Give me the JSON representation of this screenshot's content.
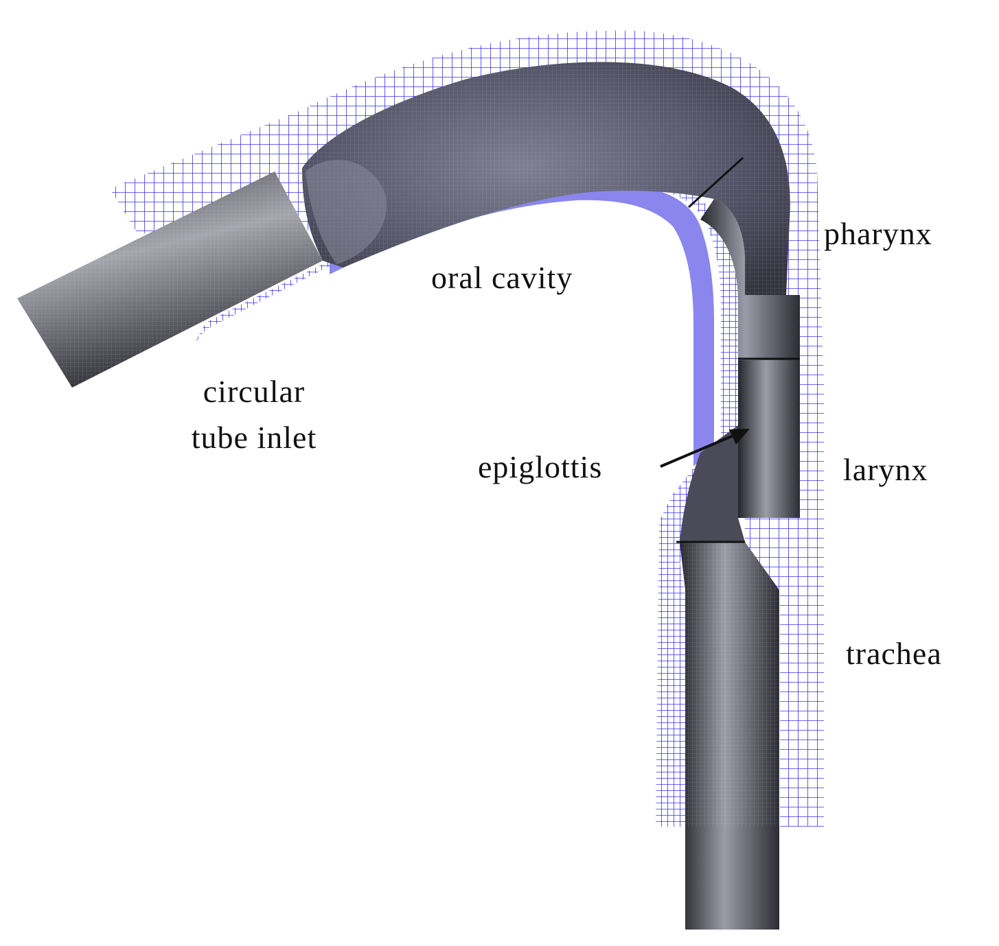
{
  "labels": {
    "pharynx": "pharynx",
    "oral_cavity": "oral cavity",
    "circular_tube_inlet_line1": "circular",
    "circular_tube_inlet_line2": "tube inlet",
    "epiglottis": "epiglottis",
    "larynx": "larynx",
    "trachea": "trachea"
  },
  "colors": {
    "mesh": "#3a2ff0",
    "tube_dark": "#2e2e36",
    "tube_light": "#9a9aa6",
    "text": "#111111"
  }
}
